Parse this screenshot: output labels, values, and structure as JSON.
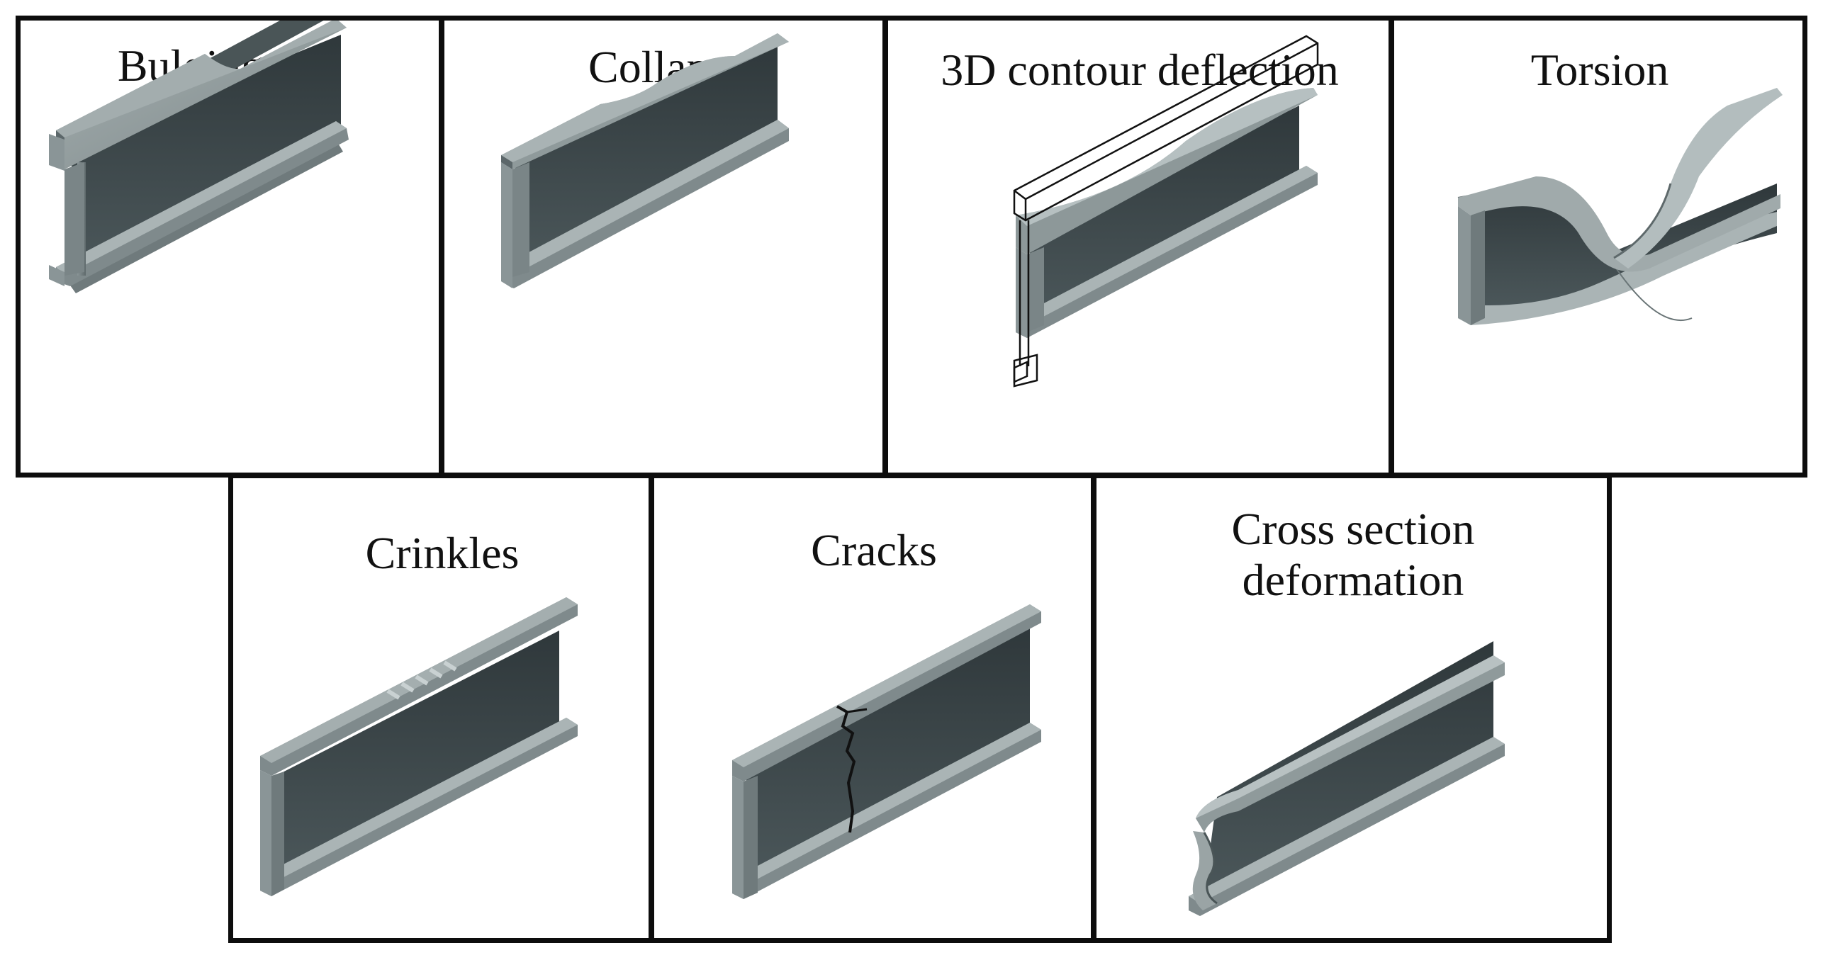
{
  "panels": [
    {
      "id": "bulging",
      "label": "Bulging"
    },
    {
      "id": "collapse",
      "label": "Collapse"
    },
    {
      "id": "contour",
      "label": "3D contour deflection"
    },
    {
      "id": "torsion",
      "label": "Torsion"
    },
    {
      "id": "crinkles",
      "label": "Crinkles"
    },
    {
      "id": "cracks",
      "label": "Cracks"
    },
    {
      "id": "cross",
      "label_lines": [
        "Cross section",
        "deformation"
      ]
    }
  ],
  "colors": {
    "border": "#0d0d0d",
    "steel_top": "#8f9a9b",
    "steel_side": "#3f4a4d",
    "steel_edge": "#b5bfc0",
    "steel_end": "#6f7a7c"
  },
  "icons": [
    "i-beam-bulging",
    "i-beam-collapse",
    "i-beam-contour-outline",
    "i-beam-torsion",
    "i-beam-crinkles",
    "i-beam-crack",
    "i-beam-cross-section"
  ]
}
